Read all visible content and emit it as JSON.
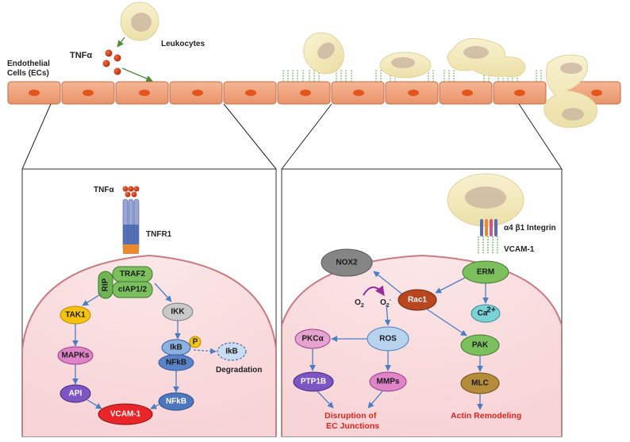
{
  "top": {
    "tnf_label": "TNFα",
    "leukocytes_label": "Leukocytes",
    "ec_label_line1": "Endothelial",
    "ec_label_line2": "Cells (ECs)"
  },
  "left_panel": {
    "tnf_label": "TNFα",
    "receptor_label": "TNFR1",
    "nodes": {
      "traf2": "TRAF2",
      "rip": "RIP",
      "ciap": "cIAP1/2",
      "tak1": "TAK1",
      "mapks": "MAPKs",
      "ap1": "API",
      "ikk": "IKK",
      "ikb": "IkB",
      "p": "P",
      "nfkb_bound": "NFkB",
      "ikb_degraded": "IkB",
      "nfkb": "NFkB",
      "vcam": "VCAM-1"
    },
    "degradation_label": "Degradation"
  },
  "right_panel": {
    "integrin_label": "α4 β1 Integrin",
    "vcam_label": "VCAM-1",
    "nodes": {
      "nox2": "NOX2",
      "erm": "ERM",
      "rac1": "Rac1",
      "ca": "Ca",
      "ca_sup": "2+",
      "ros": "ROS",
      "pkca": "PKCα",
      "ptp1b": "PTP1B",
      "mmps": "MMPs",
      "pak": "PAK",
      "mlc": "MLC"
    },
    "o2_label": "O",
    "o2_sub": "2",
    "o2minus_label": "O",
    "o2minus_sub": "2",
    "o2minus_sup": "-",
    "outcome_disruption_line1": "Disruption of",
    "outcome_disruption_line2": "EC Junctions",
    "outcome_actin": "Actin Remodeling"
  },
  "colors": {
    "cell": "#f0a47c",
    "nucleus": "#e4541b",
    "leukocyte": "#f5ecc2",
    "arrow": "#4a7ec2",
    "outcome": "#e0241c"
  }
}
